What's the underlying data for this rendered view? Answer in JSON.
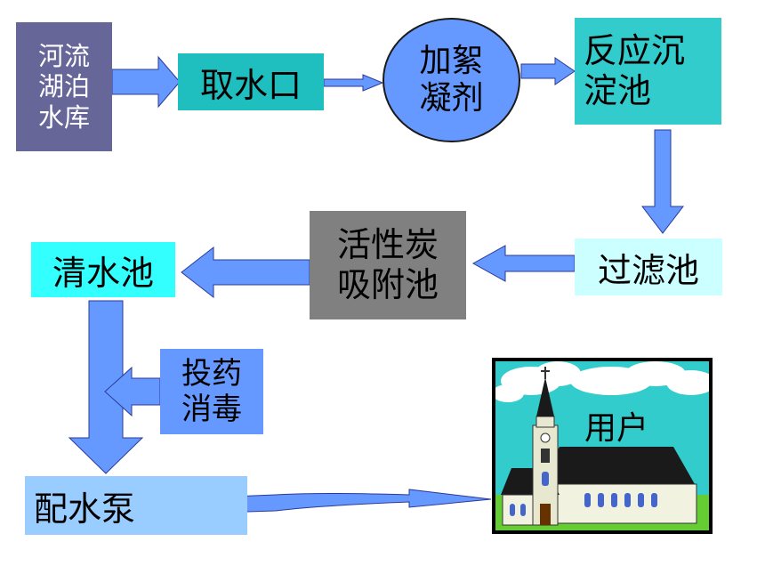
{
  "nodes": {
    "source": {
      "lines": [
        "河流",
        "湖泊",
        "水库"
      ],
      "color": "#666699"
    },
    "intake": {
      "label": "取水口",
      "color": "#1fbfbf"
    },
    "coagulant": {
      "lines": [
        "加絮",
        "凝剂"
      ],
      "color": "#6699ff"
    },
    "sedimentation": {
      "lines": [
        "反应沉",
        "淀池"
      ],
      "color": "#33cccc"
    },
    "filter": {
      "label": "过滤池",
      "color": "#ccffff"
    },
    "carbon": {
      "lines": [
        "活性炭",
        "吸附池"
      ],
      "color": "#808080"
    },
    "clear_water": {
      "label": "清水池",
      "color": "#33ffff"
    },
    "disinfect": {
      "lines": [
        "投药",
        "消毒"
      ],
      "color": "#6699ff"
    },
    "pump": {
      "label": "配水泵",
      "color": "#99ccff"
    },
    "user": {
      "label": "用户"
    }
  },
  "arrow_color": "#6699ff",
  "arrow_stroke": "#2a3a9a",
  "icons": {
    "user_picture": "church-icon"
  }
}
